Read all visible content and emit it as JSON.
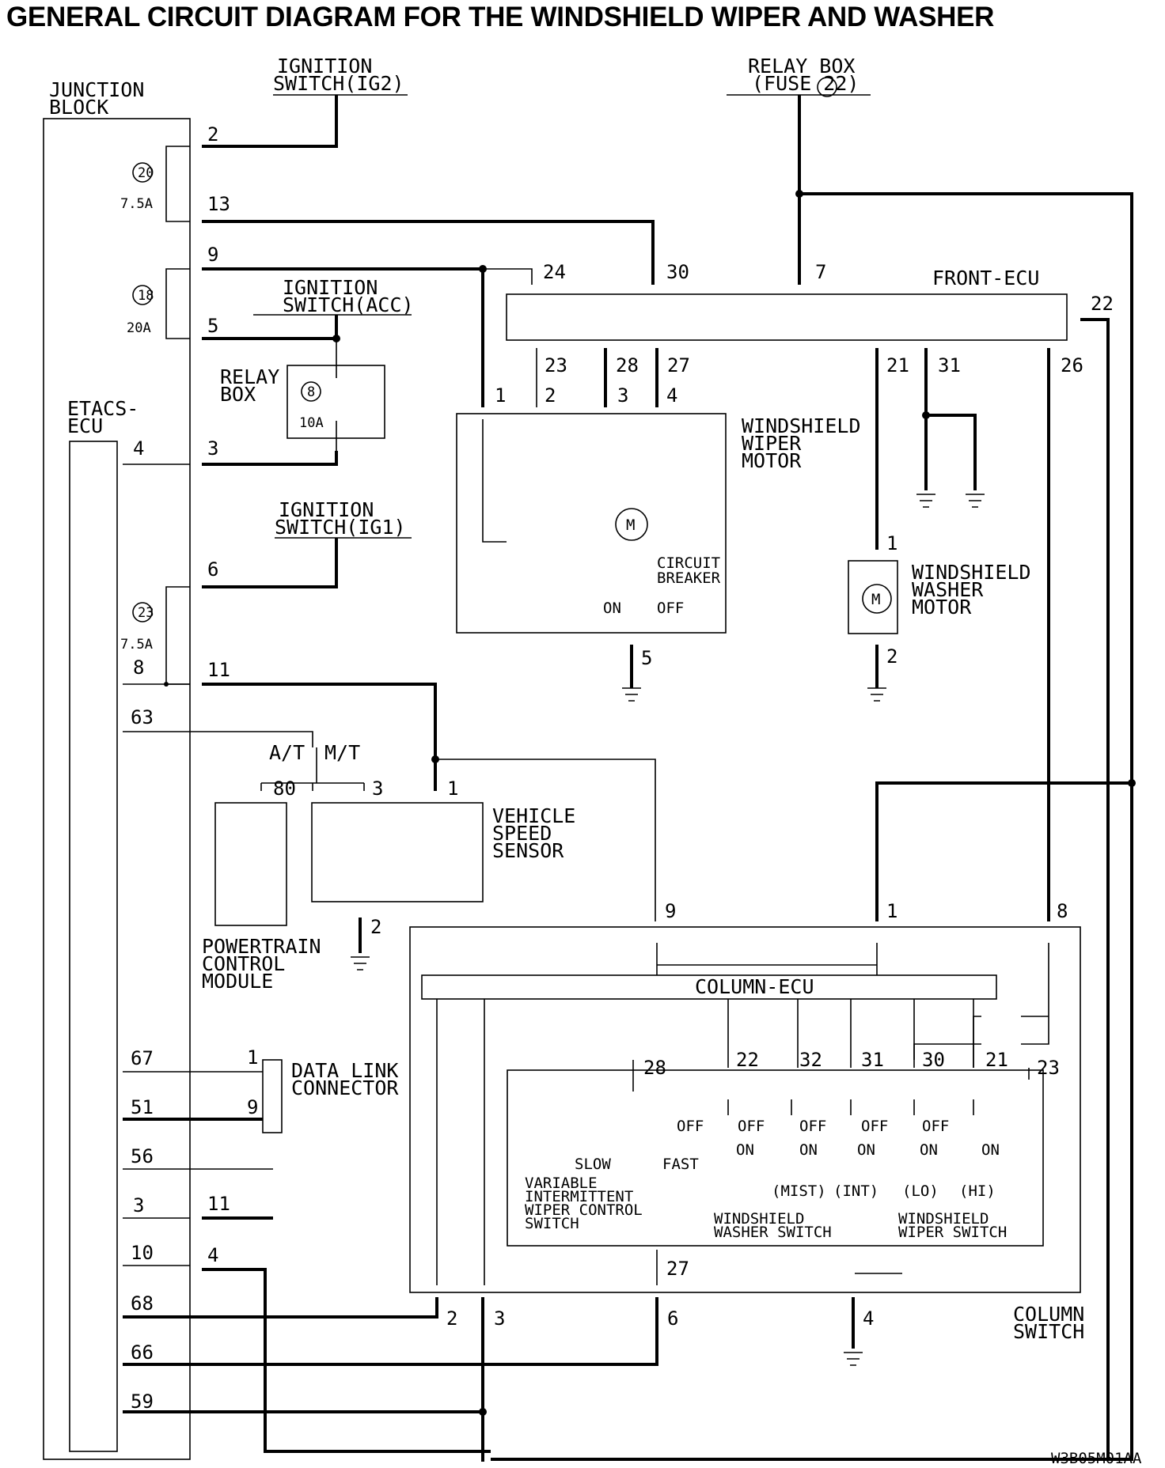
{
  "title": "GENERAL CIRCUIT DIAGRAM FOR THE WINDSHIELD WIPER AND WASHER",
  "components": {
    "junction_block": [
      "JUNCTION",
      "BLOCK"
    ],
    "ignition_ig2": [
      "IGNITION",
      "SWITCH(IG2)"
    ],
    "relay_box_fuse": [
      "RELAY BOX",
      "(FUSE 22)"
    ],
    "ignition_acc": [
      "IGNITION",
      "SWITCH(ACC)"
    ],
    "relay_box": [
      "RELAY",
      "BOX"
    ],
    "etacs_ecu": [
      "ETACS-",
      "ECU"
    ],
    "ignition_ig1": [
      "IGNITION",
      "SWITCH(IG1)"
    ],
    "front_ecu": "FRONT-ECU",
    "wiper_motor": [
      "WINDSHIELD",
      "WIPER",
      "MOTOR"
    ],
    "circuit_breaker": [
      "CIRCUIT",
      "BREAKER"
    ],
    "washer_motor": [
      "WINDSHIELD",
      "WASHER",
      "MOTOR"
    ],
    "vehicle_speed_sensor": [
      "VEHICLE",
      "SPEED",
      "SENSOR"
    ],
    "pcm": [
      "POWERTRAIN",
      "CONTROL",
      "MODULE"
    ],
    "data_link_connector": [
      "DATA LINK",
      "CONNECTOR"
    ],
    "column_ecu": "COLUMN-ECU",
    "column_switch": [
      "COLUMN",
      "SWITCH"
    ],
    "variable_switch": [
      "VARIABLE",
      "INTERMITTENT",
      "WIPER CONTROL",
      "SWITCH"
    ],
    "washer_switch": [
      "WINDSHIELD",
      "WASHER SWITCH"
    ],
    "wiper_switch": [
      "WINDSHIELD",
      "WIPER SWITCH"
    ]
  },
  "fuses": {
    "f20": {
      "id": "20",
      "rating": "7.5A"
    },
    "f18": {
      "id": "18",
      "rating": "20A"
    },
    "f8": {
      "id": "8",
      "rating": "10A"
    },
    "f23": {
      "id": "23",
      "rating": "7.5A"
    }
  },
  "labels": {
    "at": "A/T",
    "mt": "M/T",
    "slow": "SLOW",
    "fast": "FAST",
    "on": "ON",
    "off": "OFF",
    "mist": "(MIST)",
    "int": "(INT)",
    "lo": "(LO)",
    "hi": "(HI)",
    "motor_m": "M",
    "code": "W3B05M01AA"
  },
  "pins": {
    "jb_2": "2",
    "jb_13": "13",
    "jb_9": "9",
    "jb_5": "5",
    "jb_3": "3",
    "jb_6": "6",
    "jb_11": "11",
    "jb_4": "4",
    "et_4": "4",
    "et_8": "8",
    "et_63": "63",
    "et_67": "67",
    "et_51": "51",
    "et_56": "56",
    "et_3": "3",
    "et_10": "10",
    "et_68": "68",
    "et_66": "66",
    "et_59": "59",
    "fe_24": "24",
    "fe_30": "30",
    "fe_7": "7",
    "fe_22": "22",
    "fe_23": "23",
    "fe_28": "28",
    "fe_27": "27",
    "fe_21": "21",
    "fe_31": "31",
    "fe_26": "26",
    "wm_1": "1",
    "wm_2": "2",
    "wm_3": "3",
    "wm_4": "4",
    "wm_5": "5",
    "ws_1": "1",
    "ws_2": "2",
    "pcm_80": "80",
    "vss_3": "3",
    "vss_1": "1",
    "vss_2": "2",
    "cs_9": "9",
    "cs_1": "1",
    "cs_8": "8",
    "ce_28": "28",
    "ce_22": "22",
    "ce_32": "32",
    "ce_31": "31",
    "ce_30": "30",
    "ce_21": "21",
    "ce_23": "23",
    "ce_27": "27",
    "cs_2": "2",
    "cs_3": "3",
    "cs_6": "6",
    "cs_4": "4",
    "dlc_1": "1",
    "dlc_9": "9",
    "gnd_11": "11"
  }
}
